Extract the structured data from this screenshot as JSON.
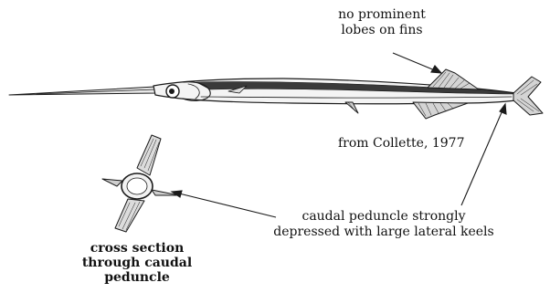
{
  "annotations": {
    "fins_note": [
      "no prominent",
      "lobes on fins"
    ],
    "credit": "from Collette, 1977",
    "peduncle_note": [
      "caudal peduncle strongly",
      "depressed with large lateral keels"
    ],
    "cross_section_label": [
      "cross section",
      "through caudal",
      "peduncle"
    ]
  },
  "illustration": {
    "subject": "needlefish",
    "ink_color": "#1a1a1a",
    "body_tone": "#f4f4f4"
  }
}
